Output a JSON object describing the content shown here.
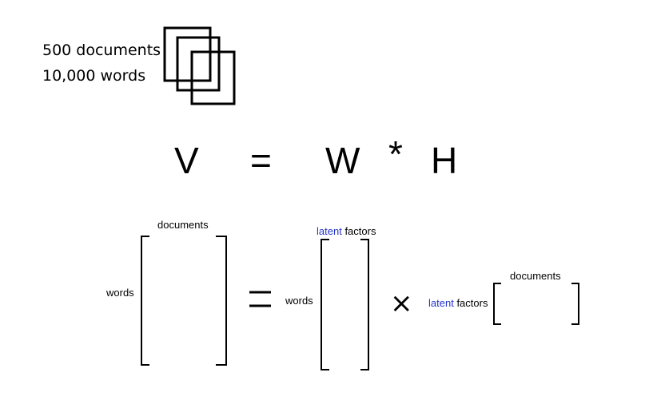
{
  "corpus": {
    "documents_label": "500 documents",
    "words_label": "10,000 words"
  },
  "equation": {
    "lhs": "V",
    "equals": "=",
    "w": "W",
    "times": "*",
    "h": "H"
  },
  "matrix_diagram": {
    "v_matrix": {
      "col_label": "documents",
      "row_label": "words"
    },
    "w_matrix": {
      "col_label_highlight": "latent",
      "col_label_rest": "factors",
      "row_label": "words"
    },
    "h_matrix": {
      "col_label": "documents",
      "row_label_highlight": "latent",
      "row_label_rest": "factors"
    },
    "multiply_sign": "×"
  },
  "colors": {
    "accent": "#2233cc",
    "ink": "#000000"
  }
}
